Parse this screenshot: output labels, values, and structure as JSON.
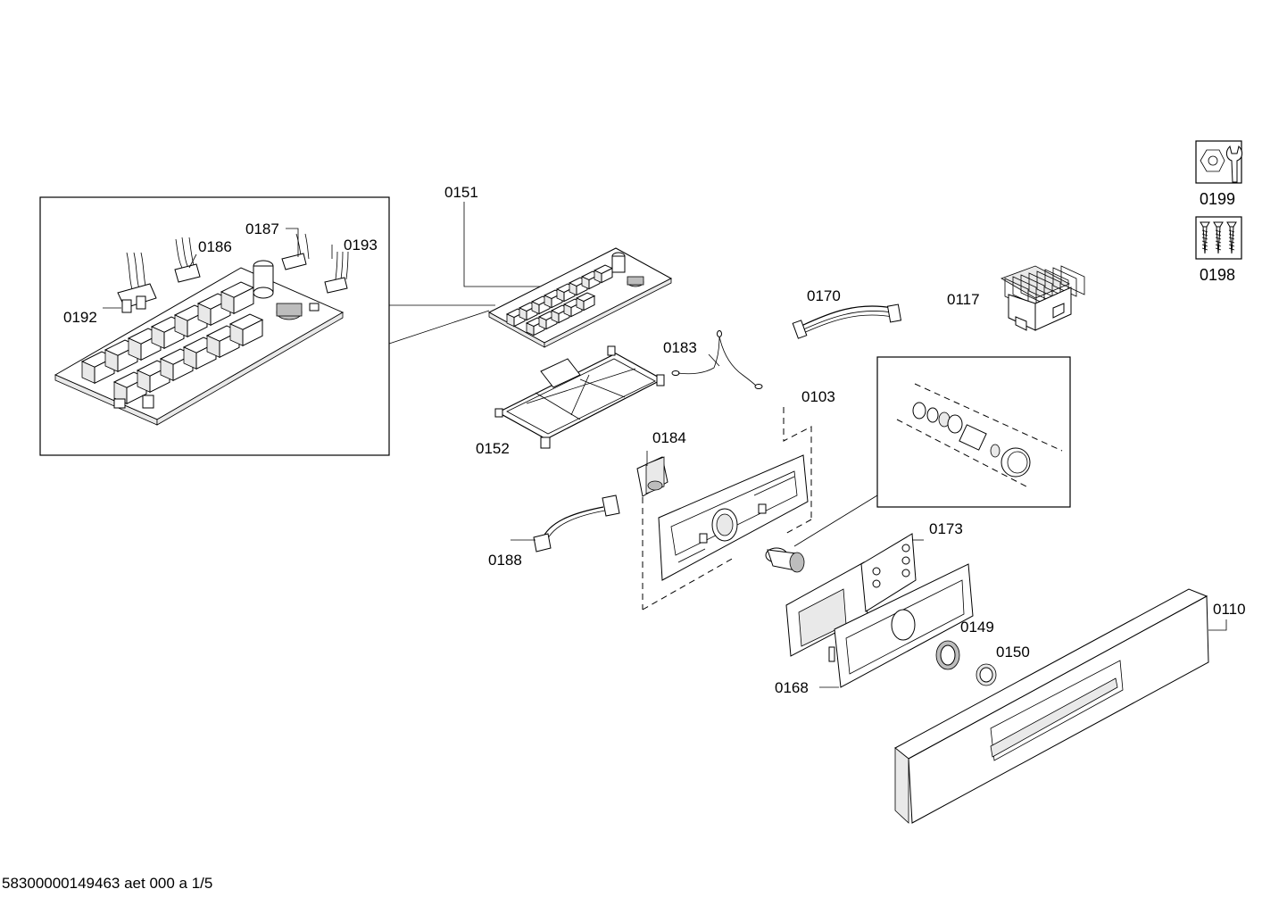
{
  "labels": {
    "p0151": "0151",
    "p0187": "0187",
    "p0186": "0186",
    "p0193": "0193",
    "p0192": "0192",
    "p0170": "0170",
    "p0117": "0117",
    "p0183": "0183",
    "p0103": "0103",
    "p0152": "0152",
    "p0184": "0184",
    "p0188": "0188",
    "p0173": "0173",
    "p0110": "0110",
    "p0149": "0149",
    "p0150": "0150",
    "p0168": "0168",
    "p0199": "0199",
    "p0198": "0198"
  },
  "footer": "58300000149463 aet 000 a 1/5",
  "icons": {
    "tool": "wrench-nut-icon",
    "screws": "screws-icon"
  }
}
